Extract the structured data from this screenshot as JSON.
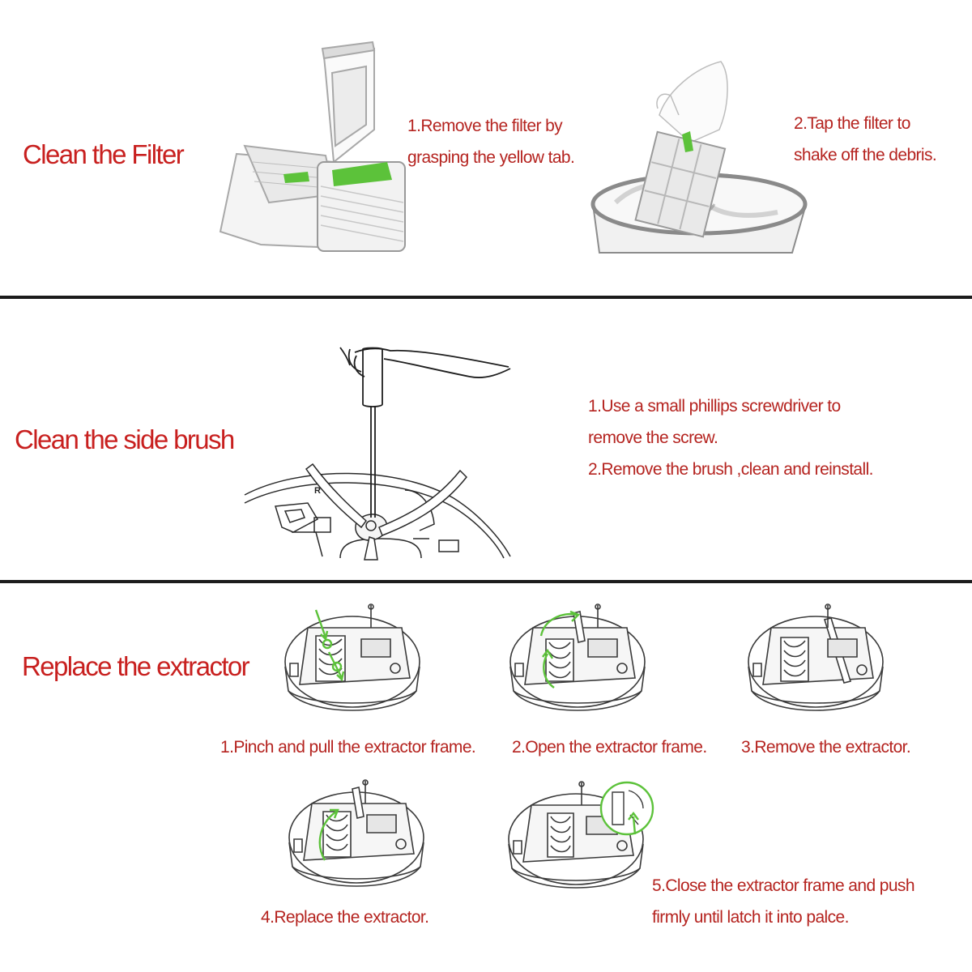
{
  "sections": {
    "filter": {
      "heading": "Clean the Filter",
      "step1": [
        "1.Remove the filter by",
        "grasping the yellow tab."
      ],
      "step2": [
        "2.Tap the filter to",
        "shake off the debris."
      ]
    },
    "side_brush": {
      "heading": "Clean the side brush",
      "steps": [
        "1.Use a small phillips screwdriver to",
        "remove the screw.",
        "2.Remove the brush ,clean and reinstall."
      ],
      "brush_mark": "R"
    },
    "extractor": {
      "heading": "Replace the extractor",
      "captions": [
        "1.Pinch and pull the extractor frame.",
        "2.Open the extractor frame.",
        "3.Remove the extractor.",
        "4.Replace the extractor."
      ],
      "step5": [
        "5.Close the extractor frame and push",
        "firmly until latch it into palce."
      ]
    }
  },
  "colors": {
    "heading": "#c8201f",
    "caption": "#b52420",
    "accent_green": "#5cc23a",
    "divider": "#1c1c1c"
  },
  "icons": [
    "robot-bin-illustration",
    "trash-bin-illustration",
    "screwdriver-illustration",
    "robot-vacuum-illustration"
  ]
}
